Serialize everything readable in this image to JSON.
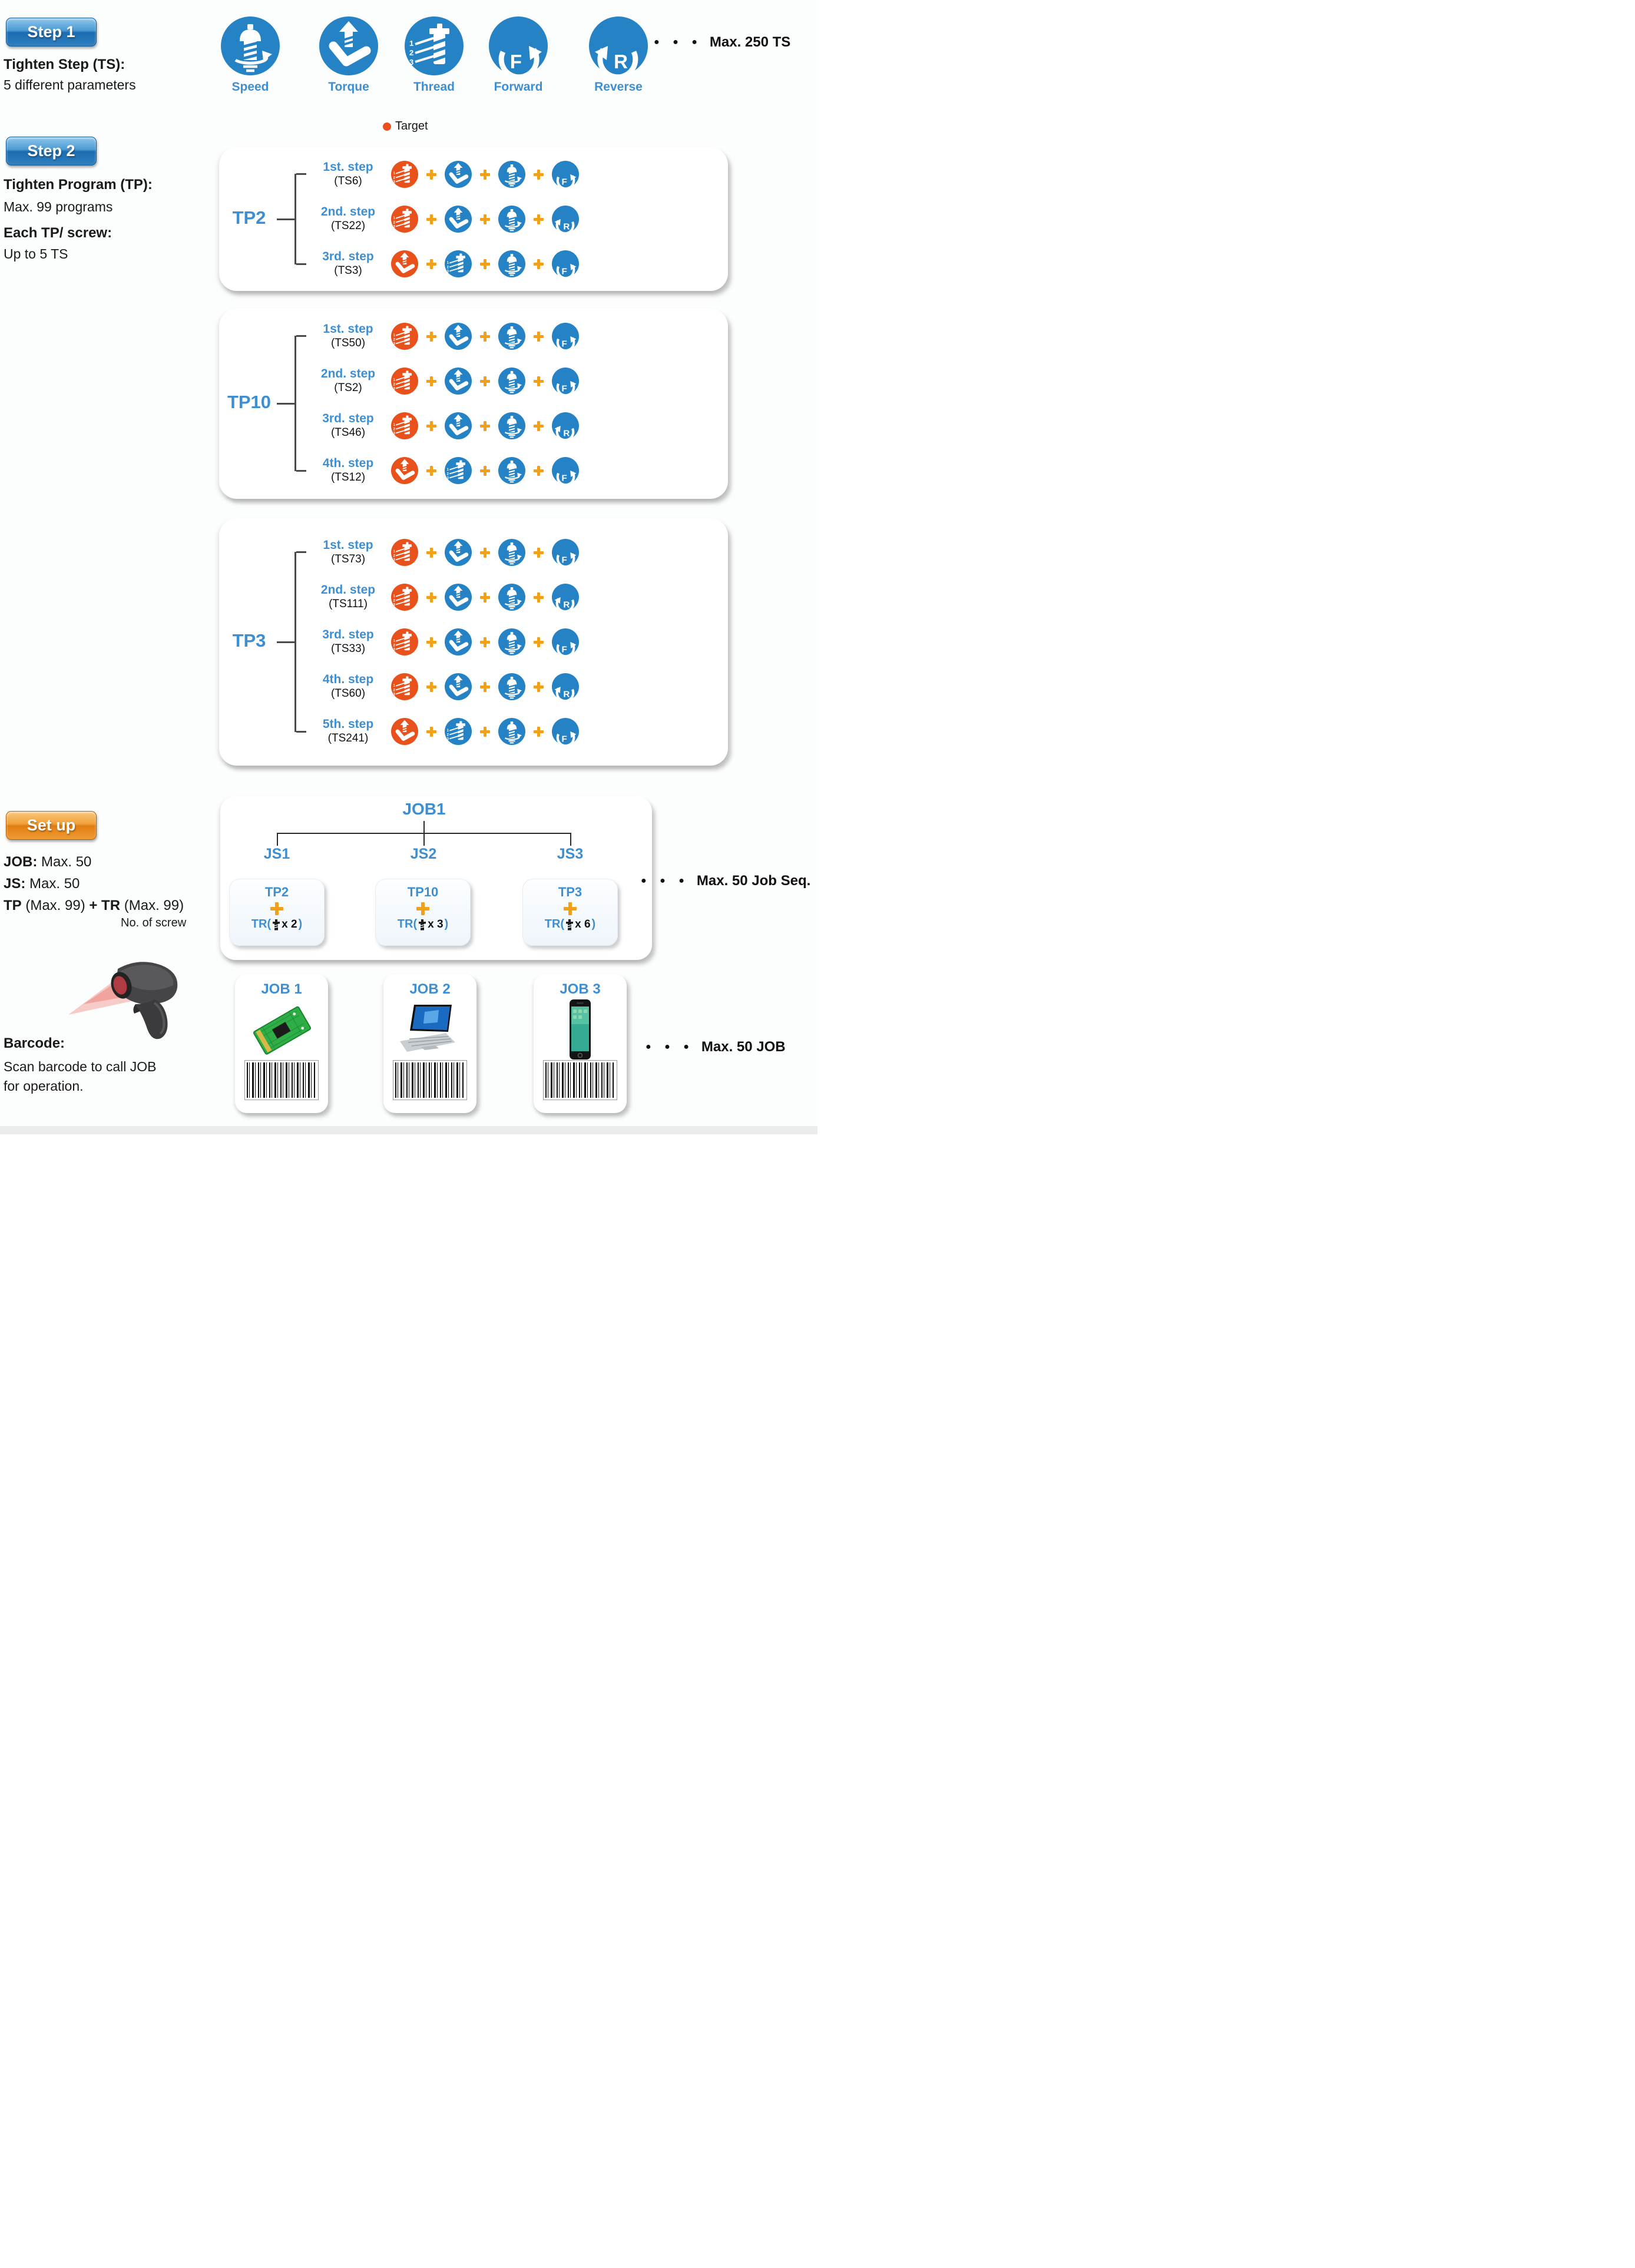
{
  "colors": {
    "blue": "#2583c5",
    "orange": "#e8511c",
    "plus": "#f0a11b",
    "blue_text": "#3d8fd2",
    "badge_blue": "#1a6bb0",
    "badge_orange": "#e07d12"
  },
  "step1": {
    "badge": "Step 1",
    "line1": "Tighten Step (TS):",
    "line2": "5 different parameters",
    "params": [
      {
        "icon": "speed",
        "label": "Speed"
      },
      {
        "icon": "torque",
        "label": "Torque"
      },
      {
        "icon": "thread",
        "label": "Thread"
      },
      {
        "icon": "forward",
        "label": "Forward"
      },
      {
        "icon": "reverse",
        "label": "Reverse"
      }
    ],
    "dots": "● ● ●",
    "note": "Max. 250 TS"
  },
  "legend": {
    "label": "Target"
  },
  "step2": {
    "badge": "Step 2",
    "line1": "Tighten Program (TP):",
    "line2": "Max. 99 programs",
    "line3": "Each TP/ screw:",
    "line4": "Up to 5 TS",
    "programs": [
      {
        "name": "TP2",
        "steps": [
          {
            "label": "1st. step",
            "ts": "(TS6)",
            "icons": [
              {
                "icon": "thread",
                "target": true
              },
              {
                "icon": "torque"
              },
              {
                "icon": "speed"
              },
              {
                "icon": "forward"
              }
            ]
          },
          {
            "label": "2nd. step",
            "ts": "(TS22)",
            "icons": [
              {
                "icon": "thread",
                "target": true
              },
              {
                "icon": "torque"
              },
              {
                "icon": "speed"
              },
              {
                "icon": "reverse"
              }
            ]
          },
          {
            "label": "3rd. step",
            "ts": "(TS3)",
            "icons": [
              {
                "icon": "torque",
                "target": true
              },
              {
                "icon": "thread"
              },
              {
                "icon": "speed"
              },
              {
                "icon": "forward"
              }
            ]
          }
        ]
      },
      {
        "name": "TP10",
        "steps": [
          {
            "label": "1st. step",
            "ts": "(TS50)",
            "icons": [
              {
                "icon": "thread",
                "target": true
              },
              {
                "icon": "torque"
              },
              {
                "icon": "speed"
              },
              {
                "icon": "forward"
              }
            ]
          },
          {
            "label": "2nd. step",
            "ts": "(TS2)",
            "icons": [
              {
                "icon": "thread",
                "target": true
              },
              {
                "icon": "torque"
              },
              {
                "icon": "speed"
              },
              {
                "icon": "forward"
              }
            ]
          },
          {
            "label": "3rd. step",
            "ts": "(TS46)",
            "icons": [
              {
                "icon": "thread",
                "target": true
              },
              {
                "icon": "torque"
              },
              {
                "icon": "speed"
              },
              {
                "icon": "reverse"
              }
            ]
          },
          {
            "label": "4th. step",
            "ts": "(TS12)",
            "icons": [
              {
                "icon": "torque",
                "target": true
              },
              {
                "icon": "thread"
              },
              {
                "icon": "speed"
              },
              {
                "icon": "forward"
              }
            ]
          }
        ]
      },
      {
        "name": "TP3",
        "steps": [
          {
            "label": "1st. step",
            "ts": "(TS73)",
            "icons": [
              {
                "icon": "thread",
                "target": true
              },
              {
                "icon": "torque"
              },
              {
                "icon": "speed"
              },
              {
                "icon": "forward"
              }
            ]
          },
          {
            "label": "2nd. step",
            "ts": "(TS111)",
            "icons": [
              {
                "icon": "thread",
                "target": true
              },
              {
                "icon": "torque"
              },
              {
                "icon": "speed"
              },
              {
                "icon": "reverse"
              }
            ]
          },
          {
            "label": "3rd. step",
            "ts": "(TS33)",
            "icons": [
              {
                "icon": "thread",
                "target": true
              },
              {
                "icon": "torque"
              },
              {
                "icon": "speed"
              },
              {
                "icon": "forward"
              }
            ]
          },
          {
            "label": "4th. step",
            "ts": "(TS60)",
            "icons": [
              {
                "icon": "thread",
                "target": true
              },
              {
                "icon": "torque"
              },
              {
                "icon": "speed"
              },
              {
                "icon": "reverse"
              }
            ]
          },
          {
            "label": "5th. step",
            "ts": "(TS241)",
            "icons": [
              {
                "icon": "torque",
                "target": true
              },
              {
                "icon": "thread"
              },
              {
                "icon": "speed"
              },
              {
                "icon": "forward"
              }
            ]
          }
        ]
      }
    ]
  },
  "setup": {
    "badge": "Set up",
    "lines": [
      [
        {
          "t": "JOB:",
          "b": true
        },
        {
          "t": " Max. 50",
          "b": false
        }
      ],
      [
        {
          "t": "JS:",
          "b": true
        },
        {
          "t": " Max. 50",
          "b": false
        }
      ],
      [
        {
          "t": "TP",
          "b": true
        },
        {
          "t": " (Max. 99) ",
          "b": false
        },
        {
          "t": "+ TR",
          "b": true
        },
        {
          "t": " (Max. 99)",
          "b": false
        }
      ]
    ],
    "note_screw": "No. of screw",
    "job_tree": {
      "root": "JOB1",
      "sequences": [
        {
          "name": "JS1",
          "tp": "TP2",
          "tr_prefix": "TR(",
          "tr_count": "x 2",
          "tr_suffix": ")"
        },
        {
          "name": "JS2",
          "tp": "TP10",
          "tr_prefix": "TR(",
          "tr_count": "x 3",
          "tr_suffix": ")"
        },
        {
          "name": "JS3",
          "tp": "TP3",
          "tr_prefix": "TR(",
          "tr_count": "x 6",
          "tr_suffix": ")"
        }
      ]
    },
    "dots": "● ● ●",
    "note": "Max. 50 Job Seq."
  },
  "barcode_section": {
    "title": "Barcode:",
    "line1": "Scan barcode to call JOB",
    "line2": "for operation.",
    "jobs": [
      {
        "label": "JOB 1",
        "product": "pcb",
        "product_name": "circuit-board-image"
      },
      {
        "label": "JOB 2",
        "product": "laptop",
        "product_name": "laptop-image"
      },
      {
        "label": "JOB 3",
        "product": "phone",
        "product_name": "smartphone-image"
      }
    ],
    "dots": "● ● ●",
    "note": "Max. 50 JOB"
  }
}
